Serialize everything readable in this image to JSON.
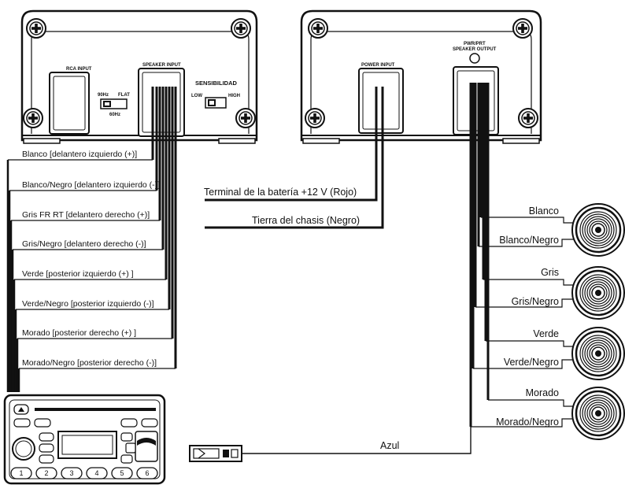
{
  "unit_left": {
    "rca_input": "RCA INPUT",
    "speaker_input": "SPEAKER INPUT",
    "sensitivity": "SENSIBILIDAD",
    "sw_90hz": "90Hz",
    "sw_flat": "FLAT",
    "sw_60hz": "60Hz",
    "sw_low": "LOW",
    "sw_high": "HIGH"
  },
  "unit_right": {
    "power_input": "POWER INPUT",
    "pwr_prt": "PWR/PRT",
    "speaker_output": "SPEAKER OUTPUT"
  },
  "wire_labels": [
    "Blanco [delantero izquierdo (+)]",
    "Blanco/Negro [delantero izquierdo (-)]",
    "Gris FR RT [delantero derecho (+)]",
    "Gris/Negro [delantero derecho (-)]",
    "Verde [posterior izquierdo (+) ]",
    "Verde/Negro [posterior izquierdo (-)]",
    "Morado [posterior derecho (+) ]",
    "Morado/Negro [posterior derecho (-)]"
  ],
  "power_labels": {
    "battery": "Terminal de la batería +12 V (Rojo)",
    "ground": "Tierra del chasis (Negro)",
    "remote": "Azul"
  },
  "speaker_labels": [
    [
      "Blanco",
      "Blanco/Negro"
    ],
    [
      "Gris",
      "Gris/Negro"
    ],
    [
      "Verde",
      "Verde/Negro"
    ],
    [
      "Morado",
      "Morado/Negro"
    ]
  ],
  "head_unit": {
    "preset_buttons": [
      "1",
      "2",
      "3",
      "4",
      "5",
      "6"
    ]
  }
}
